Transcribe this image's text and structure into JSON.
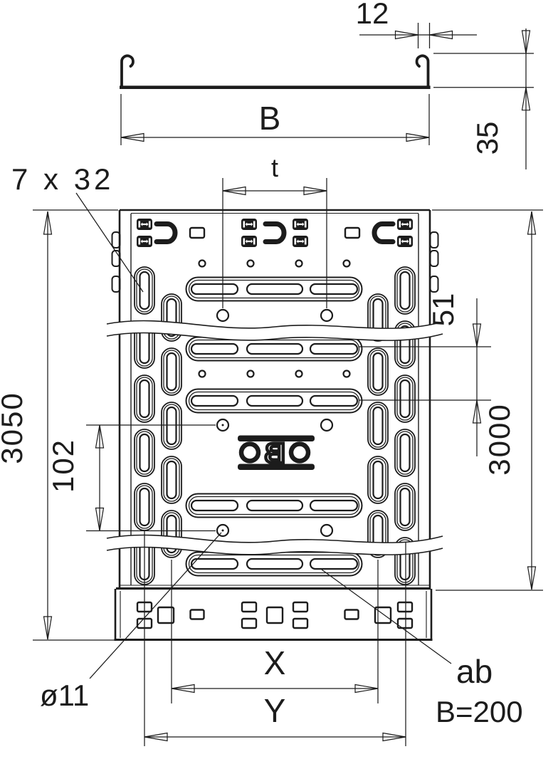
{
  "drawing": {
    "title": "cable tray technical drawing",
    "background_color": "#ffffff",
    "line_color": "#1c1c1c"
  },
  "profile_view": {
    "dim_side_lip": "12",
    "dim_width": "B",
    "dim_height": "35"
  },
  "plan_view": {
    "label_side_slots": "7 x 32",
    "dim_rung_pitch": "t",
    "dim_row_pitch": "51",
    "dim_total_length": "3050",
    "dim_length": "3000",
    "dim_hole_pitch": "102",
    "dim_x": "X",
    "dim_y": "Y",
    "label_hole_diameter": "ø11",
    "note_from": "ab",
    "note_width": "B=200",
    "logo": {
      "text": "OBO",
      "letter_b": "B"
    }
  }
}
